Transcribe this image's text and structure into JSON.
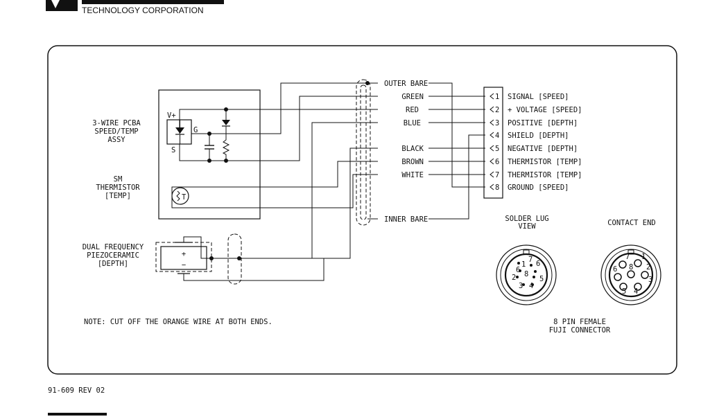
{
  "header": {
    "company_tagline": "TECHNOLOGY CORPORATION"
  },
  "blocks": {
    "pcba_label": [
      "3-WIRE PCBA",
      "SPEED/TEMP",
      "ASSY"
    ],
    "thermistor_label": [
      "SM",
      "THERMISTOR",
      "[TEMP]"
    ],
    "piezo_label": [
      "DUAL FREQUENCY",
      "PIEZOCERAMIC",
      "[DEPTH]"
    ],
    "vplus": "V+",
    "g": "G",
    "s": "S",
    "t": "T",
    "plus": "+",
    "minus": "−"
  },
  "wires": {
    "outer_bare": "OUTER BARE",
    "green": "GREEN",
    "red": "RED",
    "blue": "BLUE",
    "black": "BLACK",
    "brown": "BROWN",
    "white": "WHITE",
    "inner_bare": "INNER BARE"
  },
  "pins": [
    {
      "num": "1",
      "label": "SIGNAL [SPEED]"
    },
    {
      "num": "2",
      "label": "+ VOLTAGE [SPEED]"
    },
    {
      "num": "3",
      "label": "POSITIVE [DEPTH]"
    },
    {
      "num": "4",
      "label": "SHIELD [DEPTH]"
    },
    {
      "num": "5",
      "label": "NEGATIVE [DEPTH]"
    },
    {
      "num": "6",
      "label": "THERMISTOR [TEMP]"
    },
    {
      "num": "7",
      "label": "THERMISTOR [TEMP]"
    },
    {
      "num": "8",
      "label": "GROUND [SPEED]"
    }
  ],
  "connector": {
    "solder_lug_view": [
      "SOLDER LUG",
      "VIEW"
    ],
    "contact_end": "CONTACT END",
    "fuji_connector": [
      "8 PIN FEMALE",
      "FUJI CONNECTOR"
    ]
  },
  "note": "NOTE: CUT OFF THE ORANGE WIRE AT BOTH ENDS.",
  "footer": {
    "doc_number": "91-609 REV 02"
  }
}
